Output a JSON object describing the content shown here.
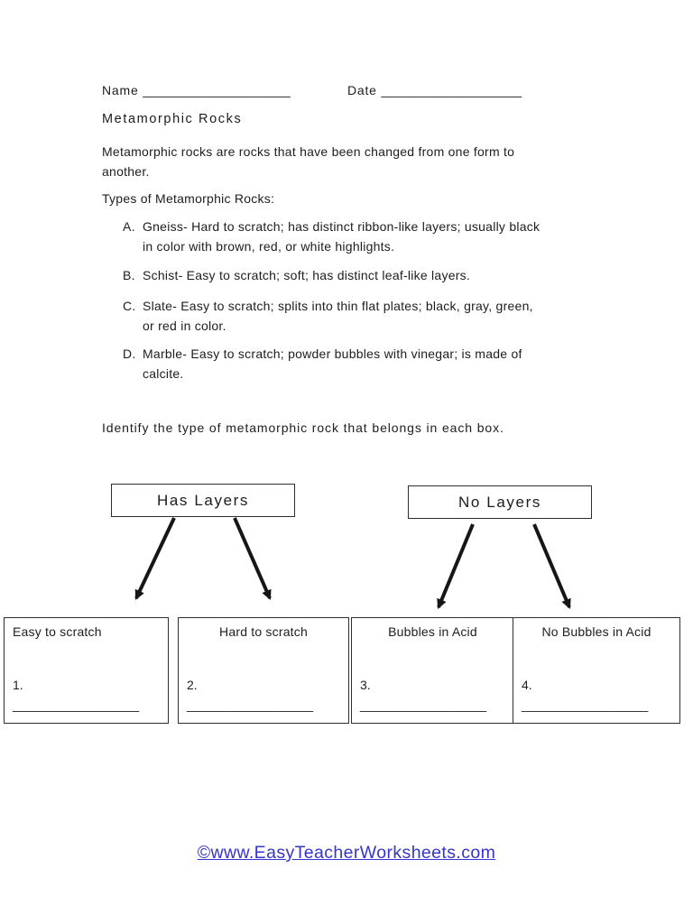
{
  "header": {
    "name_label": "Name",
    "name_blank": "_____________________",
    "date_label": "Date",
    "date_blank": "____________________"
  },
  "title": "Metamorphic Rocks",
  "intro": "Metamorphic rocks are rocks that have been changed from one form to\nanother.",
  "types_heading": "Types of Metamorphic Rocks:",
  "rock_types": [
    {
      "marker": "A.",
      "description": "Gneiss- Hard to scratch; has distinct ribbon-like layers; usually black\nin color with brown, red, or white highlights."
    },
    {
      "marker": "B.",
      "description": "Schist- Easy to scratch; soft; has distinct leaf-like layers."
    },
    {
      "marker": "C.",
      "description": "Slate- Easy to scratch; splits into thin flat plates; black, gray, green,\nor red in color."
    },
    {
      "marker": "D.",
      "description": "Marble- Easy to scratch; powder bubbles with vinegar; is made of\ncalcite."
    }
  ],
  "instruction": "Identify the type of metamorphic rock that belongs in each box.",
  "diagram": {
    "category_boxes": [
      {
        "label": "Has Layers"
      },
      {
        "label": "No Layers"
      }
    ],
    "answer_boxes": [
      {
        "header": "Easy to scratch",
        "number": "1.",
        "blank": "__________________"
      },
      {
        "header": "Hard to scratch",
        "number": "2.",
        "blank": "__________________"
      },
      {
        "header": "Bubbles in Acid",
        "number": "3.",
        "blank": "__________________"
      },
      {
        "header": "No Bubbles in Acid",
        "number": "4.",
        "blank": "__________________"
      }
    ]
  },
  "footer": {
    "link": "©www.EasyTeacherWorksheets.com"
  },
  "colors": {
    "text": "#1d1d1d",
    "border": "#2e2e2e",
    "link": "#3535cc"
  }
}
